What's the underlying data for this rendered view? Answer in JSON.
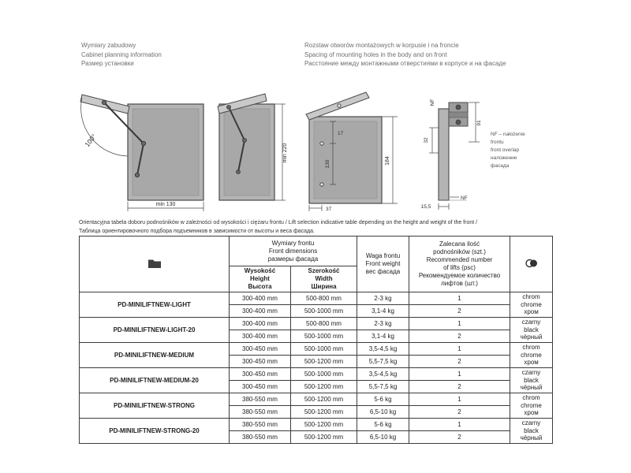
{
  "header": {
    "left": [
      "Wymiary zabudowy",
      "Cabinet planning information",
      "Размер установки"
    ],
    "right": [
      "Rozstaw otworów montażowych w korpusie i na froncie",
      "Spacing of mounting holes in the body and on front",
      "Расстояние между монтажными отверстиями в корпусе и на фасаде"
    ]
  },
  "diagrams": {
    "d1": {
      "angle": "100°",
      "bottom_dim": "min 130"
    },
    "d2": {
      "side_dim": "min 220"
    },
    "d3": {
      "top_dim": "17",
      "holes_dim": "130",
      "height_dim": "184",
      "front_dim": "37"
    },
    "d4": {
      "dim_91": "91",
      "dim_32": "32",
      "dim_155": "15,5",
      "nf_top": "NF",
      "nf_bottom": "NF"
    },
    "legend": [
      "NF – nałożenie",
      "frontu",
      "front overlap",
      "наложение",
      "фасада"
    ]
  },
  "caption": {
    "line1": "Orientacyjna tabela doboru podnośników w zależności od wysokości i ciężaru frontu / Lift selection indicative table depending on the height and weight of the front /",
    "line2": "Таблица ориентировочного подбора подъемников в зависимости от высоты и веса фасада."
  },
  "icons": {
    "products_header": "folder-icon",
    "finish_header": "finish-icon"
  },
  "colors": {
    "cabinet_fill": "#b4b4b4",
    "flap_fill": "#c9c9c9",
    "line": "#4a4a4a"
  },
  "table": {
    "head": {
      "dims": [
        "Wymiary frontu",
        "Front dimensions",
        "размеры фасада"
      ],
      "height": [
        "Wysokość",
        "Height",
        "Высота"
      ],
      "width": [
        "Szerokość",
        "Width",
        "Ширина"
      ],
      "weight": [
        "Waga frontu",
        "Front weight",
        "вес фасада"
      ],
      "lifts": [
        "Zalecana ilość",
        "podnośników (szt.)",
        "Recommended number",
        "of lifts (psc)",
        "Рекомендуемое количество",
        "лифтов (шт.)"
      ]
    },
    "groups": [
      {
        "product": "PD-MINILIFTNEW-LIGHT",
        "rows": [
          {
            "h": "300-400 mm",
            "w": "500-800 mm",
            "kg": "2-3 kg",
            "n": "1"
          },
          {
            "h": "300-400 mm",
            "w": "500-1000 mm",
            "kg": "3,1-4 kg",
            "n": "2"
          }
        ],
        "finish": [
          "chrom",
          "chrome",
          "хром"
        ]
      },
      {
        "product": "PD-MINILIFTNEW-LIGHT-20",
        "rows": [
          {
            "h": "300-400 mm",
            "w": "500-800 mm",
            "kg": "2-3 kg",
            "n": "1"
          },
          {
            "h": "300-400 mm",
            "w": "500-1000 mm",
            "kg": "3,1-4 kg",
            "n": "2"
          }
        ],
        "finish": [
          "czarny",
          "black",
          "чёрный"
        ]
      },
      {
        "product": "PD-MINILIFTNEW-MEDIUM",
        "rows": [
          {
            "h": "300-450 mm",
            "w": "500-1000 mm",
            "kg": "3,5-4,5 kg",
            "n": "1"
          },
          {
            "h": "300-450 mm",
            "w": "500-1200 mm",
            "kg": "5,5-7,5 kg",
            "n": "2"
          }
        ],
        "finish": [
          "chrom",
          "chrome",
          "хром"
        ]
      },
      {
        "product": "PD-MINILIFTNEW-MEDIUM-20",
        "rows": [
          {
            "h": "300-450 mm",
            "w": "500-1000 mm",
            "kg": "3,5-4,5 kg",
            "n": "1"
          },
          {
            "h": "300-450 mm",
            "w": "500-1200 mm",
            "kg": "5,5-7,5 kg",
            "n": "2"
          }
        ],
        "finish": [
          "czarny",
          "black",
          "чёрный"
        ]
      },
      {
        "product": "PD-MINILIFTNEW-STRONG",
        "rows": [
          {
            "h": "380-550 mm",
            "w": "500-1200 mm",
            "kg": "5-6 kg",
            "n": "1"
          },
          {
            "h": "380-550 mm",
            "w": "500-1200 mm",
            "kg": "6,5-10 kg",
            "n": "2"
          }
        ],
        "finish": [
          "chrom",
          "chrome",
          "хром"
        ]
      },
      {
        "product": "PD-MINILIFTNEW-STRONG-20",
        "rows": [
          {
            "h": "380-550 mm",
            "w": "500-1200 mm",
            "kg": "5-6 kg",
            "n": "1"
          },
          {
            "h": "380-550 mm",
            "w": "500-1200 mm",
            "kg": "6,5-10 kg",
            "n": "2"
          }
        ],
        "finish": [
          "czarny",
          "black",
          "чёрный"
        ]
      }
    ]
  }
}
